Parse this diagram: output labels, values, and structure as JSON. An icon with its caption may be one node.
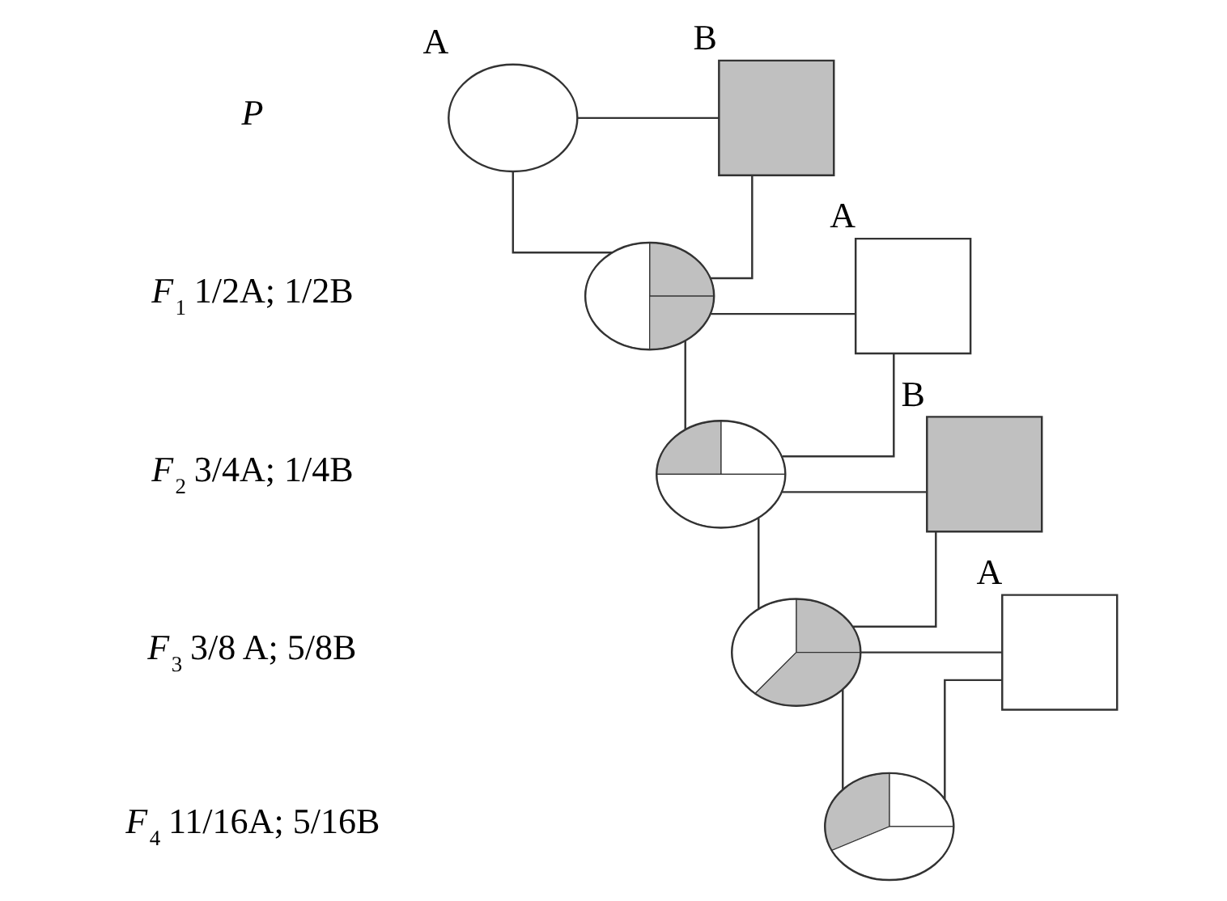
{
  "diagram": {
    "nodes": [
      {
        "text": [],
        "shape": "circle",
        "beside": [
          "A"
        ]
      },
      {
        "text": [],
        "shape": "box",
        "beside": [
          "B"
        ]
      },
      {
        "text": [],
        "shape": "circle"
      },
      {
        "text": [],
        "shape": "box",
        "beside": [
          "A"
        ]
      },
      {
        "text": [],
        "shape": "circle"
      },
      {
        "text": [],
        "shape": "box",
        "beside": [
          "B"
        ]
      },
      {
        "text": [],
        "shape": "circle"
      },
      {
        "text": [],
        "shape": "box",
        "beside": [
          "A"
        ]
      },
      {
        "text": [],
        "shape": "circle"
      }
    ],
    "edges": [
      {
        "from": 0,
        "to": 1,
        "arrow": "none"
      },
      {
        "from": 0,
        "to": 2,
        "arrow": "none"
      },
      {
        "from": 1,
        "to": 2,
        "arrow": "none"
      },
      {
        "from": 2,
        "to": 3,
        "arrow": "none"
      },
      {
        "from": 2,
        "to": 4,
        "arrow": "none"
      },
      {
        "from": 3,
        "to": 4,
        "arrow": "none"
      },
      {
        "from": 4,
        "to": 5,
        "arrow": "none"
      },
      {
        "from": 4,
        "to": 6,
        "arrow": "none"
      },
      {
        "from": 5,
        "to": 6,
        "arrow": "none"
      },
      {
        "from": 6,
        "to": 7,
        "arrow": "none"
      },
      {
        "from": 6,
        "to": 8,
        "arrow": "none"
      },
      {
        "from": 7,
        "to": 8,
        "arrow": "none"
      }
    ],
    "labels": [
      "P",
      "*F*$_{1}$ 1/2A; 1/2B",
      "*F*$_{2}$ 3/4A; 1/4B",
      "*F*$_{3}$ 3/8 A; 5/8B",
      "*F*$_{4}$ 11/16A; 5/16B"
    ]
  }
}
